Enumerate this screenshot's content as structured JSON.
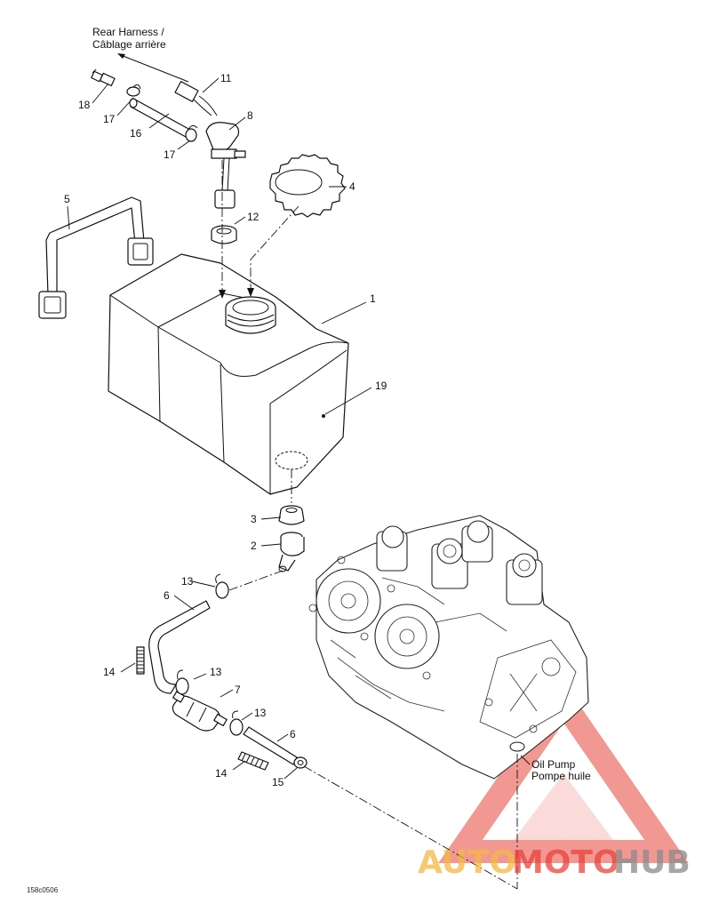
{
  "notes": {
    "rear_harness_line1": "Rear Harness /",
    "rear_harness_line2": "Câblage arrière",
    "oil_pump_line1": "Oil Pump",
    "oil_pump_line2": "Pompe huile"
  },
  "callouts": {
    "c1": "1",
    "c2": "2",
    "c3": "3",
    "c4": "4",
    "c5": "5",
    "c6a": "6",
    "c6b": "6",
    "c7": "7",
    "c8": "8",
    "c11": "11",
    "c12": "12",
    "c13a": "13",
    "c13b": "13",
    "c13c": "13",
    "c14a": "14",
    "c14b": "14",
    "c15": "15",
    "c16": "16",
    "c17a": "17",
    "c17b": "17",
    "c18": "18",
    "c19": "19"
  },
  "reference_code": "158c0506",
  "watermark": {
    "part1": "AUTO",
    "part2": "MOTO",
    "part3": "HUB",
    "color_orange": "#f4b942",
    "color_red": "#e8453c",
    "color_gray": "#8a8a8a"
  }
}
